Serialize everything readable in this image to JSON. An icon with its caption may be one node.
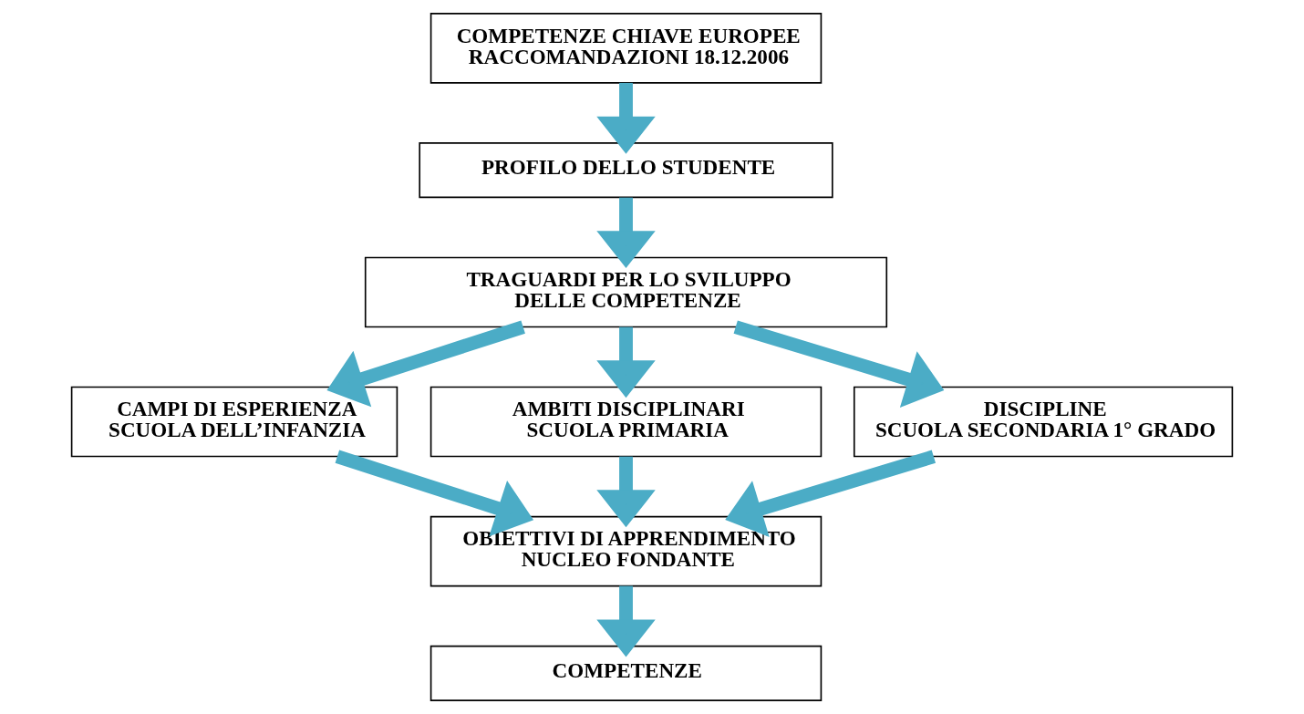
{
  "diagram": {
    "nodes": [
      {
        "text": [
          "COMPETENZE CHIAVE EUROPEE",
          "RACCOMANDAZIONI 18.12.2006"
        ]
      },
      {
        "text": [
          "PROFILO DELLO STUDENTE"
        ]
      },
      {
        "text": [
          "TRAGUARDI PER LO SVILUPPO",
          "DELLE COMPETENZE"
        ]
      },
      {
        "text": [
          "CAMPI DI ESPERIENZA",
          "SCUOLA DELL’INFANZIA"
        ]
      },
      {
        "text": [
          "AMBITI DISCIPLINARI",
          "SCUOLA PRIMARIA"
        ]
      },
      {
        "text": [
          "DISCIPLINE",
          "SCUOLA SECONDARIA 1° GRADO"
        ]
      },
      {
        "text": [
          "OBIETTIVI DI APPRENDIMENTO",
          "NUCLEO FONDANTE"
        ]
      },
      {
        "text": [
          "COMPETENZE"
        ]
      }
    ],
    "edges": [
      {
        "from": 0,
        "to": 1,
        "arrow": "to"
      },
      {
        "from": 1,
        "to": 2,
        "arrow": "to"
      },
      {
        "from": 2,
        "to": 3,
        "arrow": "to"
      },
      {
        "from": 2,
        "to": 4,
        "arrow": "to"
      },
      {
        "from": 2,
        "to": 5,
        "arrow": "to"
      },
      {
        "from": 3,
        "to": 6,
        "arrow": "to"
      },
      {
        "from": 4,
        "to": 6,
        "arrow": "to"
      },
      {
        "from": 5,
        "to": 6,
        "arrow": "to"
      },
      {
        "from": 6,
        "to": 7,
        "arrow": "to"
      }
    ]
  }
}
